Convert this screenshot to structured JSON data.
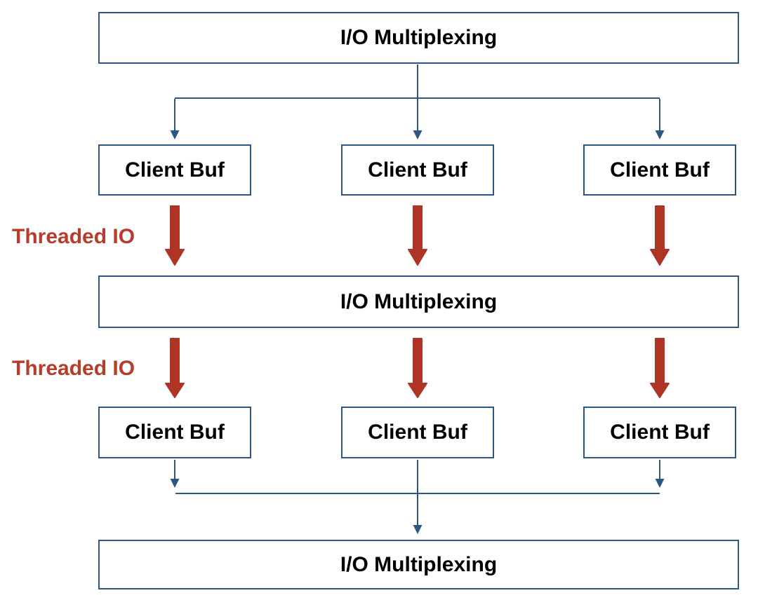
{
  "nodes": {
    "io_top": {
      "label": "I/O Multiplexing"
    },
    "clients_upper": [
      {
        "label": "Client Buf"
      },
      {
        "label": "Client Buf"
      },
      {
        "label": "Client Buf"
      }
    ],
    "io_middle": {
      "label": "I/O Multiplexing"
    },
    "clients_lower": [
      {
        "label": "Client Buf"
      },
      {
        "label": "Client Buf"
      },
      {
        "label": "Client Buf"
      }
    ],
    "io_bottom": {
      "label": "I/O Multiplexing"
    }
  },
  "annotations": {
    "threaded_io_upper": "Threaded IO",
    "threaded_io_lower": "Threaded IO"
  },
  "colors": {
    "box_border": "#2d5683",
    "connector_line": "#2d5683",
    "threaded_arrow": "#ae3426",
    "threaded_label": "#b73c2a",
    "node_text": "#000000",
    "background": "#ffffff"
  }
}
